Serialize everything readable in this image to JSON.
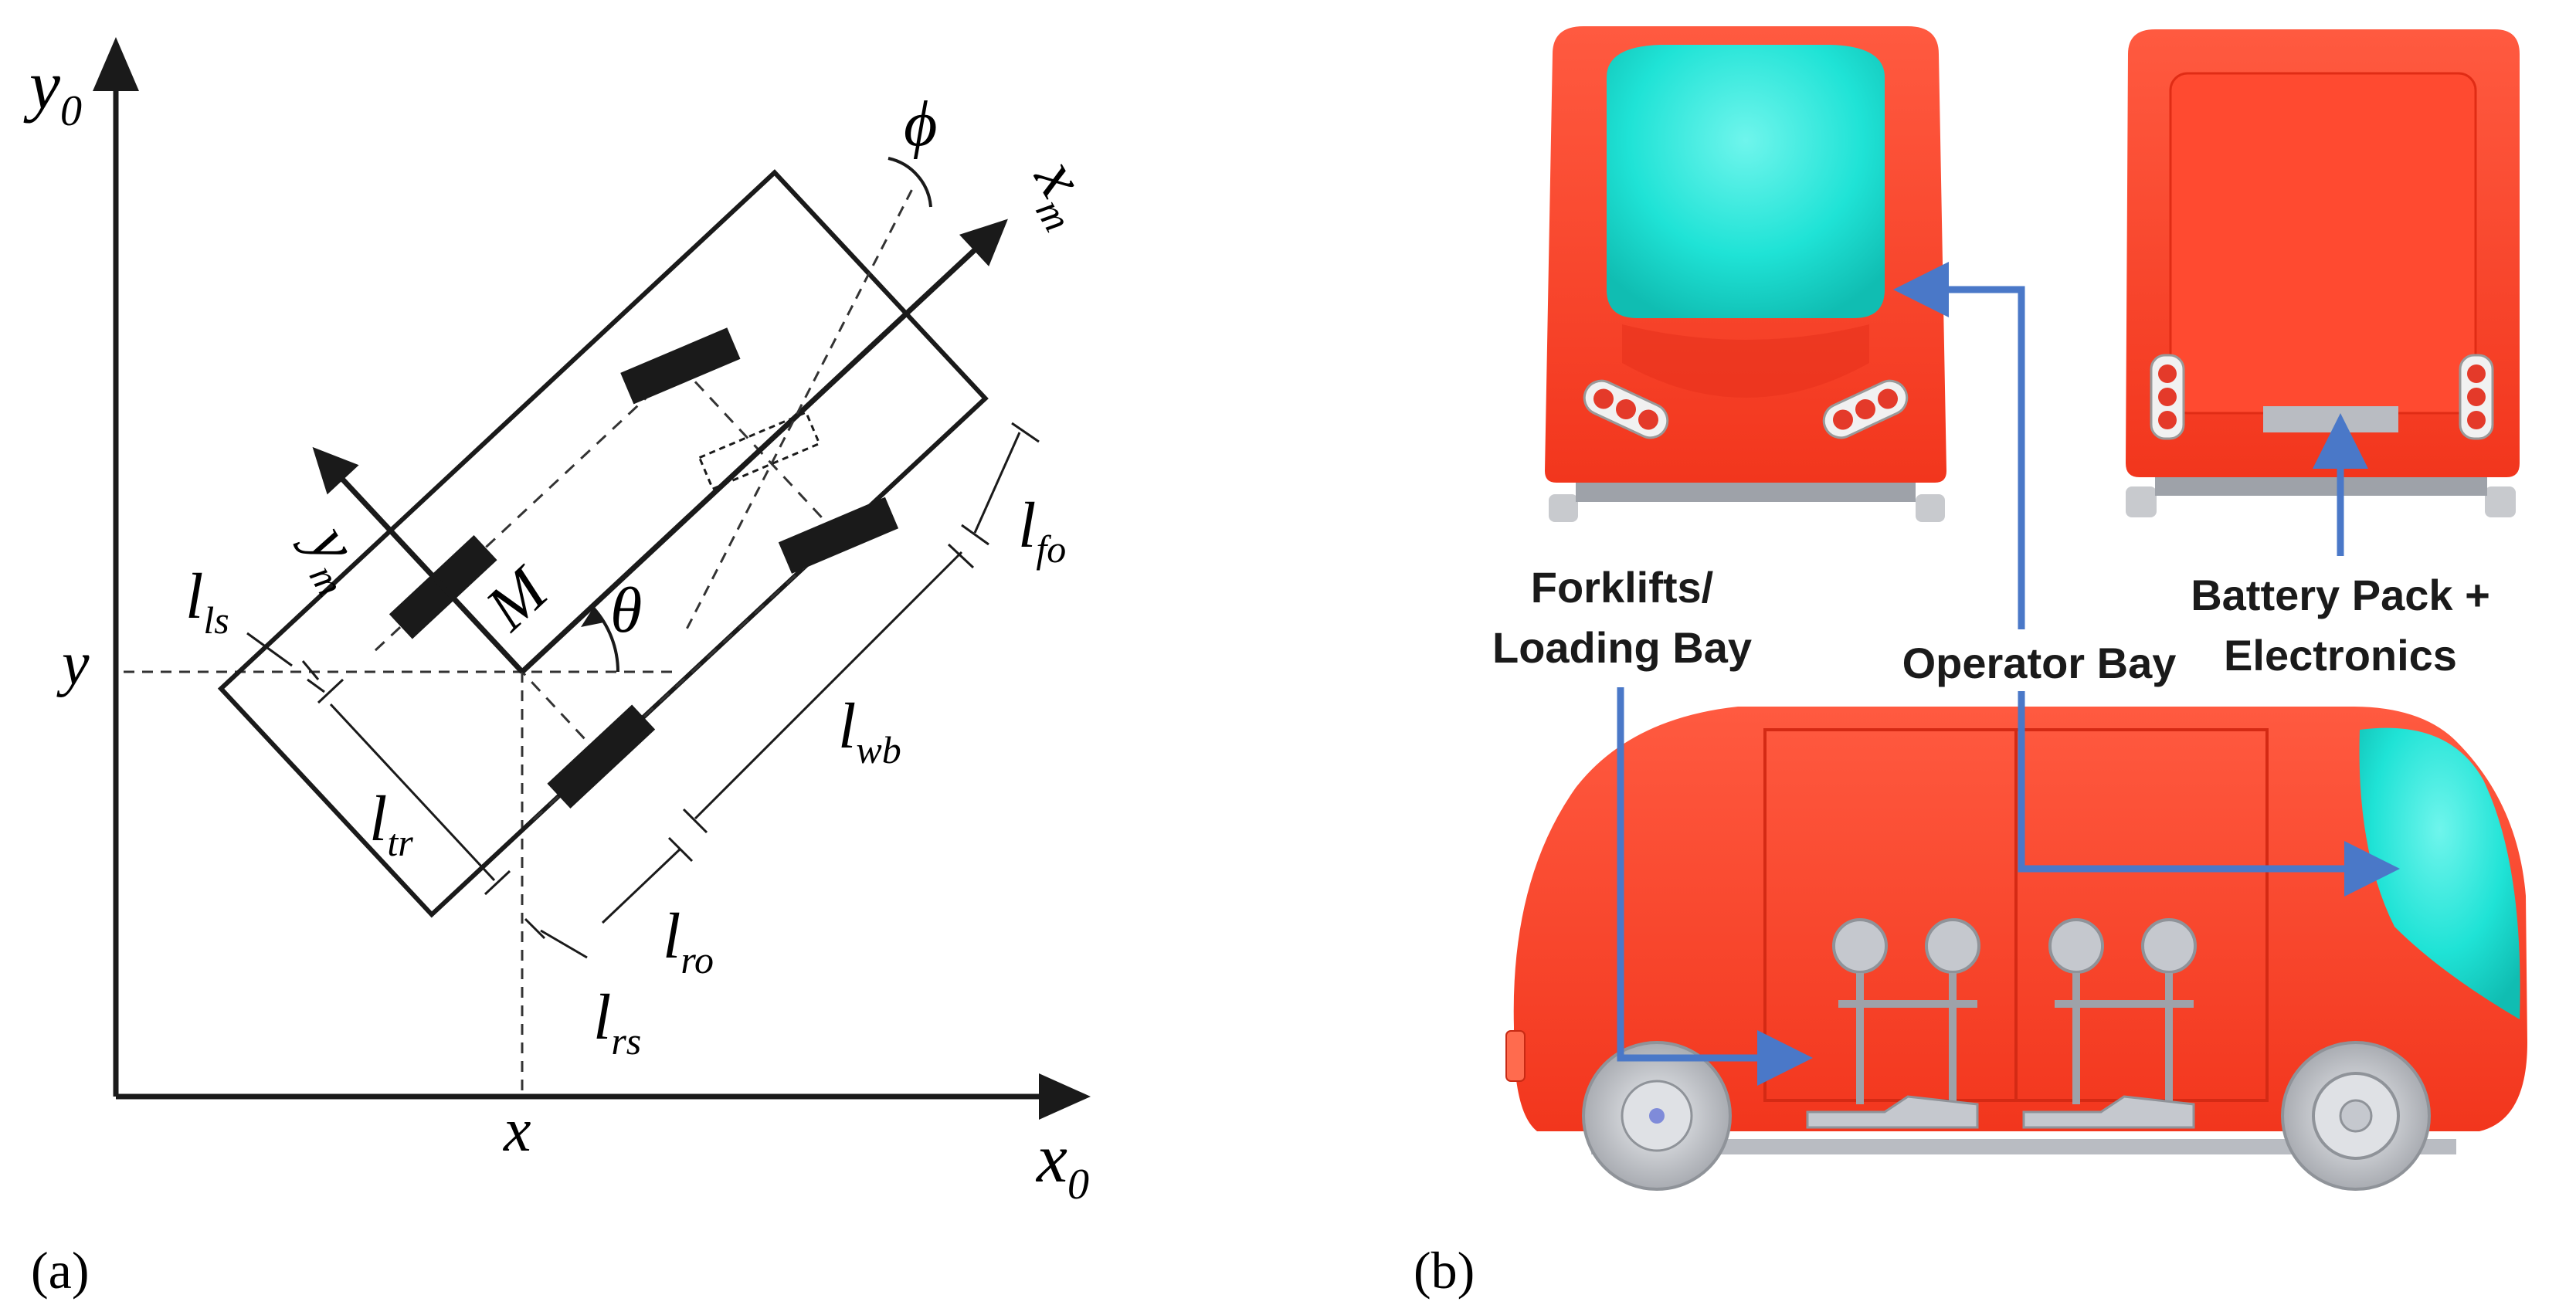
{
  "panel_a": {
    "label": "(a)",
    "axes": {
      "x0": "x",
      "x0_sub": "0",
      "y0": "y",
      "y0_sub": "0",
      "x_mark": "x",
      "y_mark": "y"
    },
    "body_frame": {
      "xm": "x",
      "xm_sub": "m",
      "ym": "y",
      "ym_sub": "m",
      "origin": "M"
    },
    "angles": {
      "heading": "θ",
      "steer": "ϕ"
    },
    "dimensions": {
      "l_ls": {
        "base": "l",
        "sub": "ls"
      },
      "l_fo": {
        "base": "l",
        "sub": "fo"
      },
      "l_wb": {
        "base": "l",
        "sub": "wb"
      },
      "l_tr": {
        "base": "l",
        "sub": "tr"
      },
      "l_ro": {
        "base": "l",
        "sub": "ro"
      },
      "l_rs": {
        "base": "l",
        "sub": "rs"
      }
    }
  },
  "panel_b": {
    "label": "(b)",
    "callouts": {
      "forklifts_line1": "Forklifts/",
      "forklifts_line2": "Loading Bay",
      "operator": "Operator Bay",
      "battery_line1": "Battery Pack +",
      "battery_line2": "Electronics"
    },
    "colors": {
      "body": "#ff3d24",
      "body_shade": "#e8321c",
      "glass": "#1fe3d6",
      "arrow": "#4a78c8",
      "metal": "#b9bcc2",
      "tire": "#c8cace"
    }
  }
}
